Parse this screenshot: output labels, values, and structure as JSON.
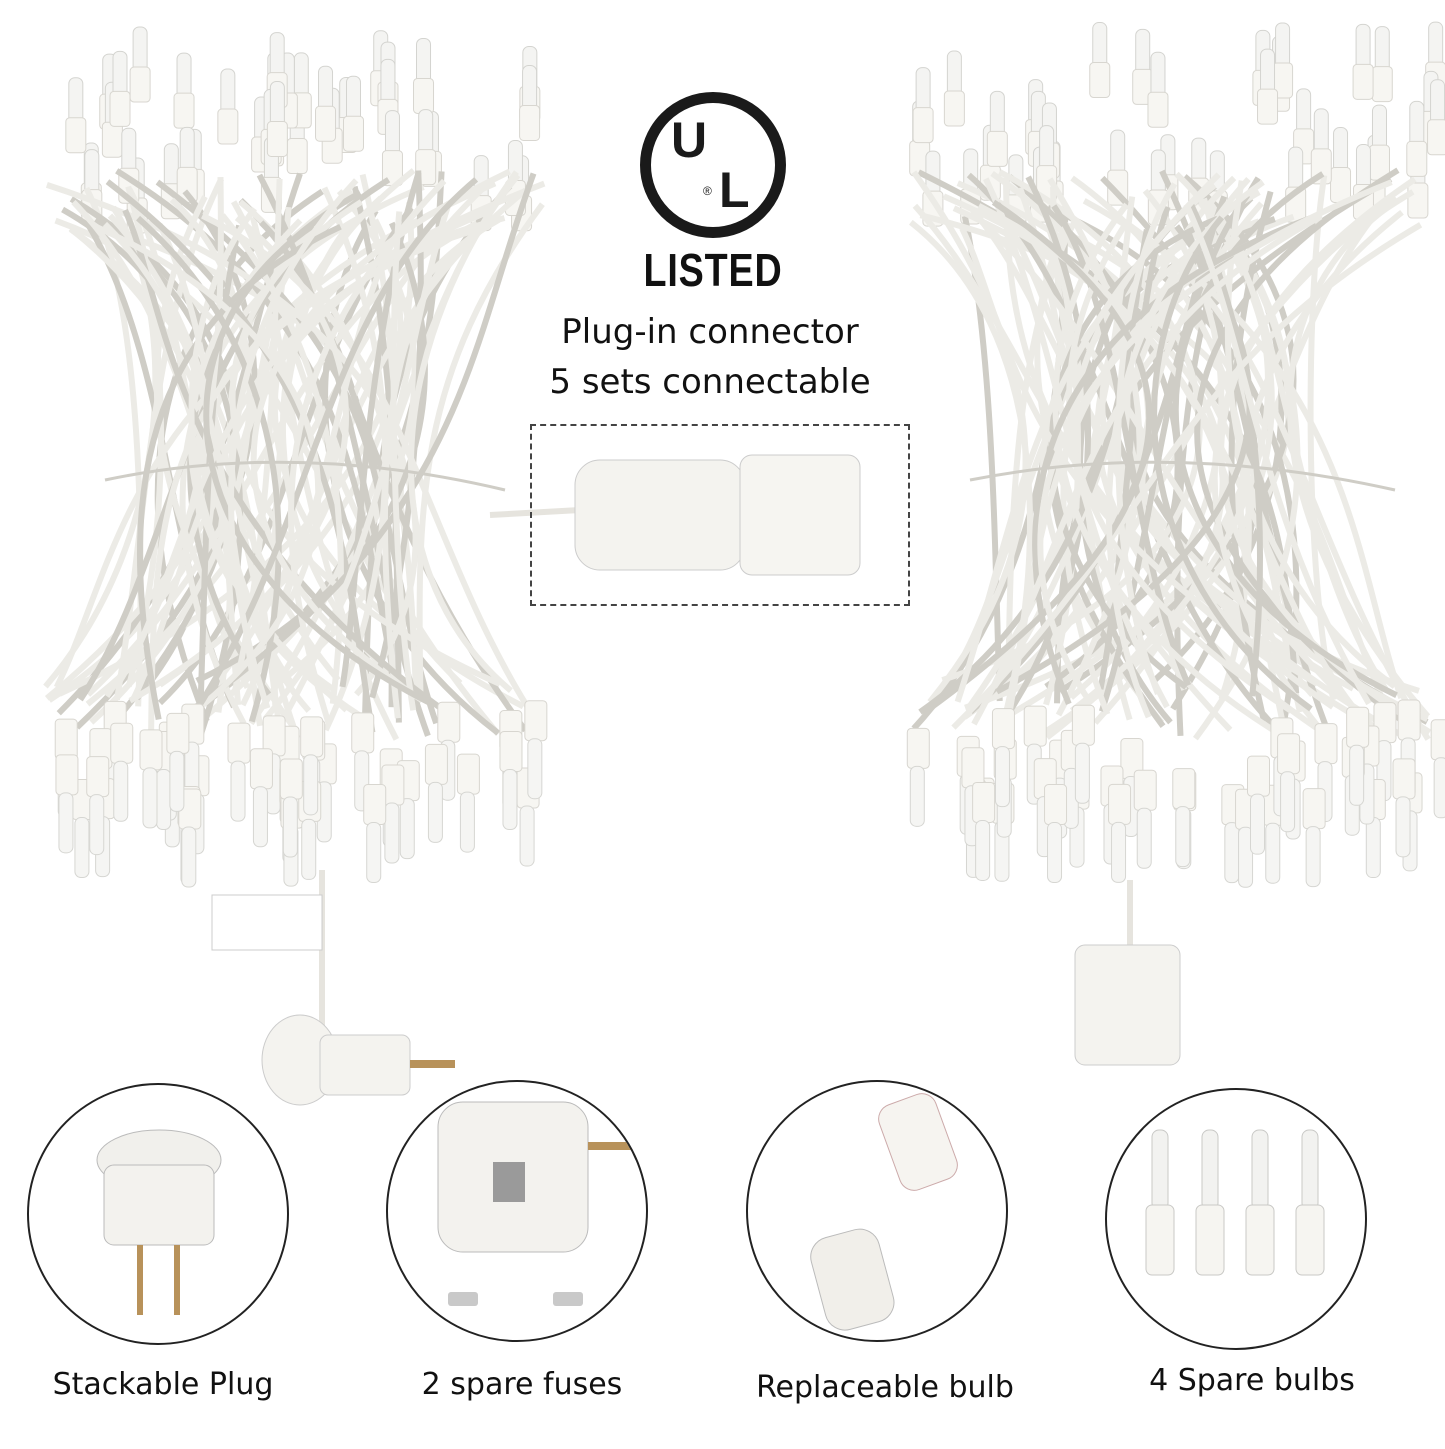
{
  "certification": {
    "logo_letters": "UL",
    "registered_mark": "®",
    "listed": "LISTED"
  },
  "connector": {
    "line1": "Plug-in connector",
    "line2": "5 sets connectable"
  },
  "features": [
    {
      "label": "Stackable Plug"
    },
    {
      "label": "2 spare fuses"
    },
    {
      "label": "Replaceable bulb"
    },
    {
      "label": "4 Spare bulbs"
    }
  ],
  "colors": {
    "wire": "#ecebe6",
    "wire_shadow": "#cfcdc6",
    "ink": "#111111"
  }
}
